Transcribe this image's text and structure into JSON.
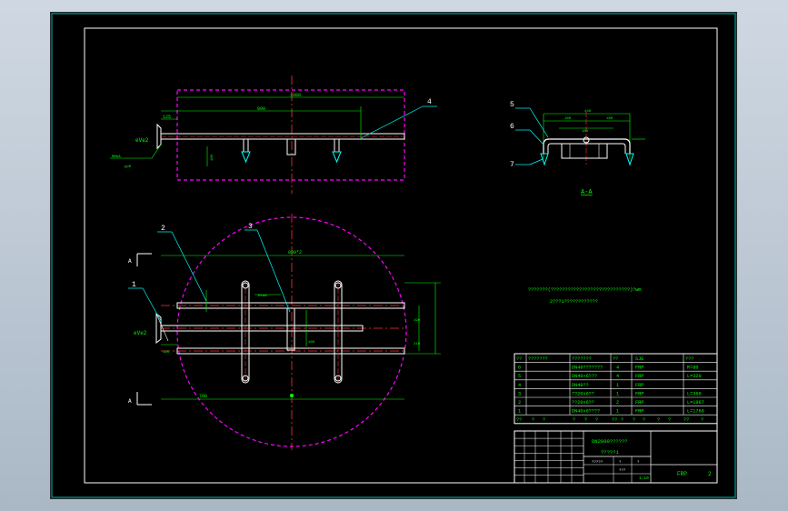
{
  "colors": {
    "background": "#c8d2dc",
    "sheet": "#000000",
    "border": "#ffffff",
    "frame_cyan": "#00ffff",
    "outline_magenta": "#ff00ff",
    "center_red": "#ff3030",
    "dim_green": "#00ff00",
    "title_white": "#ffffff"
  },
  "drawing": {
    "labels": {
      "elev_left_top": "eVe2",
      "elev_left_bottom": "eVe2",
      "part_4": "4",
      "part_2": "2",
      "part_3": "3",
      "part_1": "1",
      "section_mark_top": "A",
      "section_mark_bottom": "A",
      "section_view_title": "A-A",
      "part_5": "5",
      "part_6": "6",
      "part_7": "7",
      "top_dim_overall": "1000",
      "top_dim_inner": "890",
      "top_dim_side": "125",
      "top_note_a": "MMAA",
      "top_note_b": "ppR",
      "plan_dim_top": "890*2",
      "plan_dim_bottom": "780",
      "plan_dim_left": "125",
      "plan_dim_mid": "Ream",
      "plan_dim_r1": "190",
      "plan_dim_r2": "210",
      "plan_dim_r3": "180",
      "section_dim_total": "440",
      "section_dim_a": "180",
      "section_dim_b": "180",
      "section_dim_side": "180"
    },
    "notes": {
      "note_line1": "???????(????????????????????????????)?wm",
      "note_line2": "2???1????????????"
    }
  },
  "bom": {
    "header": [
      "??",
      "???????",
      "???????",
      "??",
      "SJE",
      "???"
    ],
    "rows": [
      {
        "no": "6",
        "code": "",
        "name": "DN40???????",
        "qty": "4",
        "mat": "FRP",
        "remark": "R=80"
      },
      {
        "no": "5",
        "code": "",
        "name": "DN40+6???",
        "qty": "4",
        "mat": "FRP",
        "remark": "L=320"
      },
      {
        "no": "4",
        "code": "",
        "name": "DN40??",
        "qty": "1",
        "mat": "FRP",
        "remark": ""
      },
      {
        "no": "3",
        "code": "",
        "name": "??20x6??",
        "qty": "1",
        "mat": "FRP",
        "remark": "L=360"
      },
      {
        "no": "2",
        "code": "",
        "name": "??20x6??",
        "qty": "2",
        "mat": "FRP",
        "remark": "L=1967"
      },
      {
        "no": "1",
        "code": "",
        "name": "DN40x6????",
        "qty": "1",
        "mat": "FRP",
        "remark": "L=1760"
      }
    ],
    "footer": [
      "??",
      "?",
      "?",
      "?",
      "?",
      "?",
      "??",
      "?",
      "?",
      "?",
      "?",
      "?",
      "??",
      "?"
    ]
  },
  "title_block": {
    "drawing_no": "DN2000??????",
    "drawing_name": "?????1",
    "material": "FRP",
    "sheet": "2",
    "scale": "1:10",
    "small_a": "?????",
    "small_b": "?",
    "small_c": "?",
    "small_d": "???"
  }
}
